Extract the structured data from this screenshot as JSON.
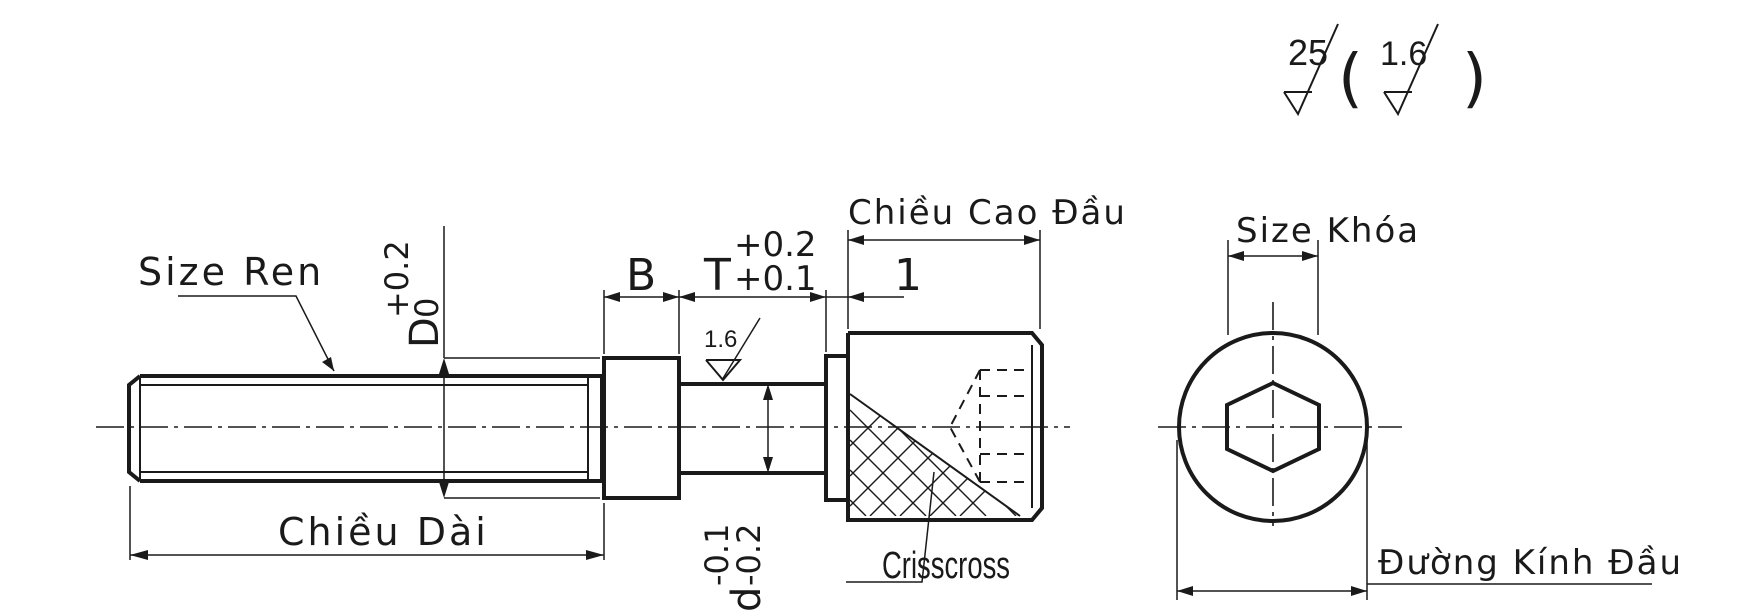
{
  "labels": {
    "thread_size": "Size Ren",
    "length": "Chiều Dài",
    "head_height": "Chiều Cao Đầu",
    "key_size": "Size Khóa",
    "head_diameter": "Đường Kính Đầu",
    "knurl": "Crisscross"
  },
  "dims": {
    "D": "D",
    "D_tol_upper": "+0.2",
    "D_tol_lower": "0",
    "B": "B",
    "T": "T",
    "T_tol_upper": "+0.2",
    "T_tol_lower": "+0.1",
    "one": "1",
    "d": "d",
    "d_tol_upper": "-0.1",
    "d_tol_lower": "-0.2"
  },
  "roughness": {
    "general": "25",
    "special": "1.6",
    "shank": "1.6",
    "paren_open": "(",
    "paren_close": ")"
  }
}
